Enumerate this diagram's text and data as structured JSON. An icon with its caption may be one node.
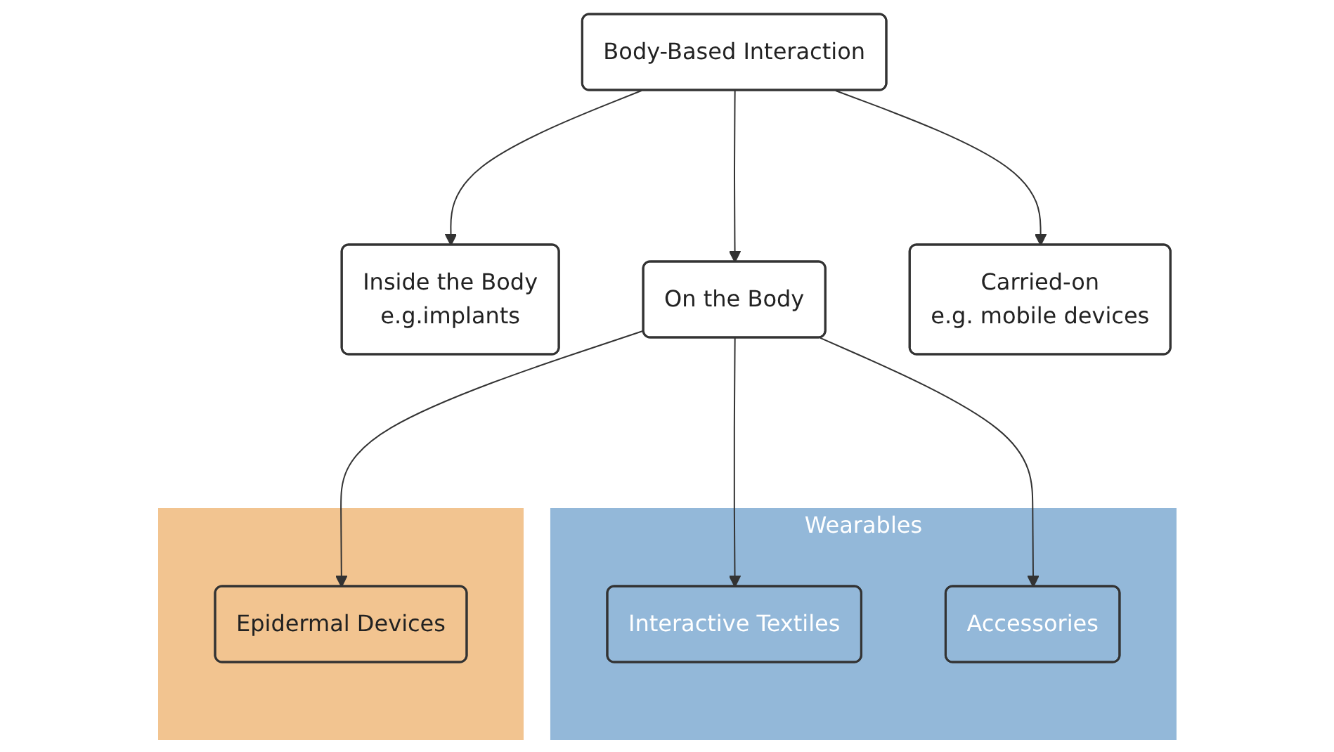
{
  "diagram": {
    "nodes": [
      {
        "text": [
          "Body-Based Interaction"
        ]
      },
      {
        "text": [
          "Inside the Body",
          "e.g.implants"
        ]
      },
      {
        "text": [
          "On the Body"
        ]
      },
      {
        "text": [
          "Carried-on",
          "e.g. mobile devices"
        ]
      },
      {
        "text": [],
        "shape": "box"
      },
      {
        "text": [
          "Epidermal Devices"
        ],
        "in": 4
      },
      {
        "text": [
          "Wearables"
        ]
      },
      {
        "text": [
          "Interactive Textiles"
        ],
        "in": 6
      },
      {
        "text": [
          "Accessories"
        ],
        "in": 6
      }
    ],
    "edges": [
      {
        "from": 0,
        "to": 1,
        "arrow": "to"
      },
      {
        "from": 0,
        "to": 2,
        "arrow": "to"
      },
      {
        "from": 0,
        "to": 3,
        "arrow": "to"
      },
      {
        "from": 2,
        "to": 5,
        "arrow": "to"
      },
      {
        "from": 2,
        "to": 7,
        "arrow": "to"
      },
      {
        "from": 2,
        "to": 8,
        "arrow": "to"
      }
    ]
  }
}
